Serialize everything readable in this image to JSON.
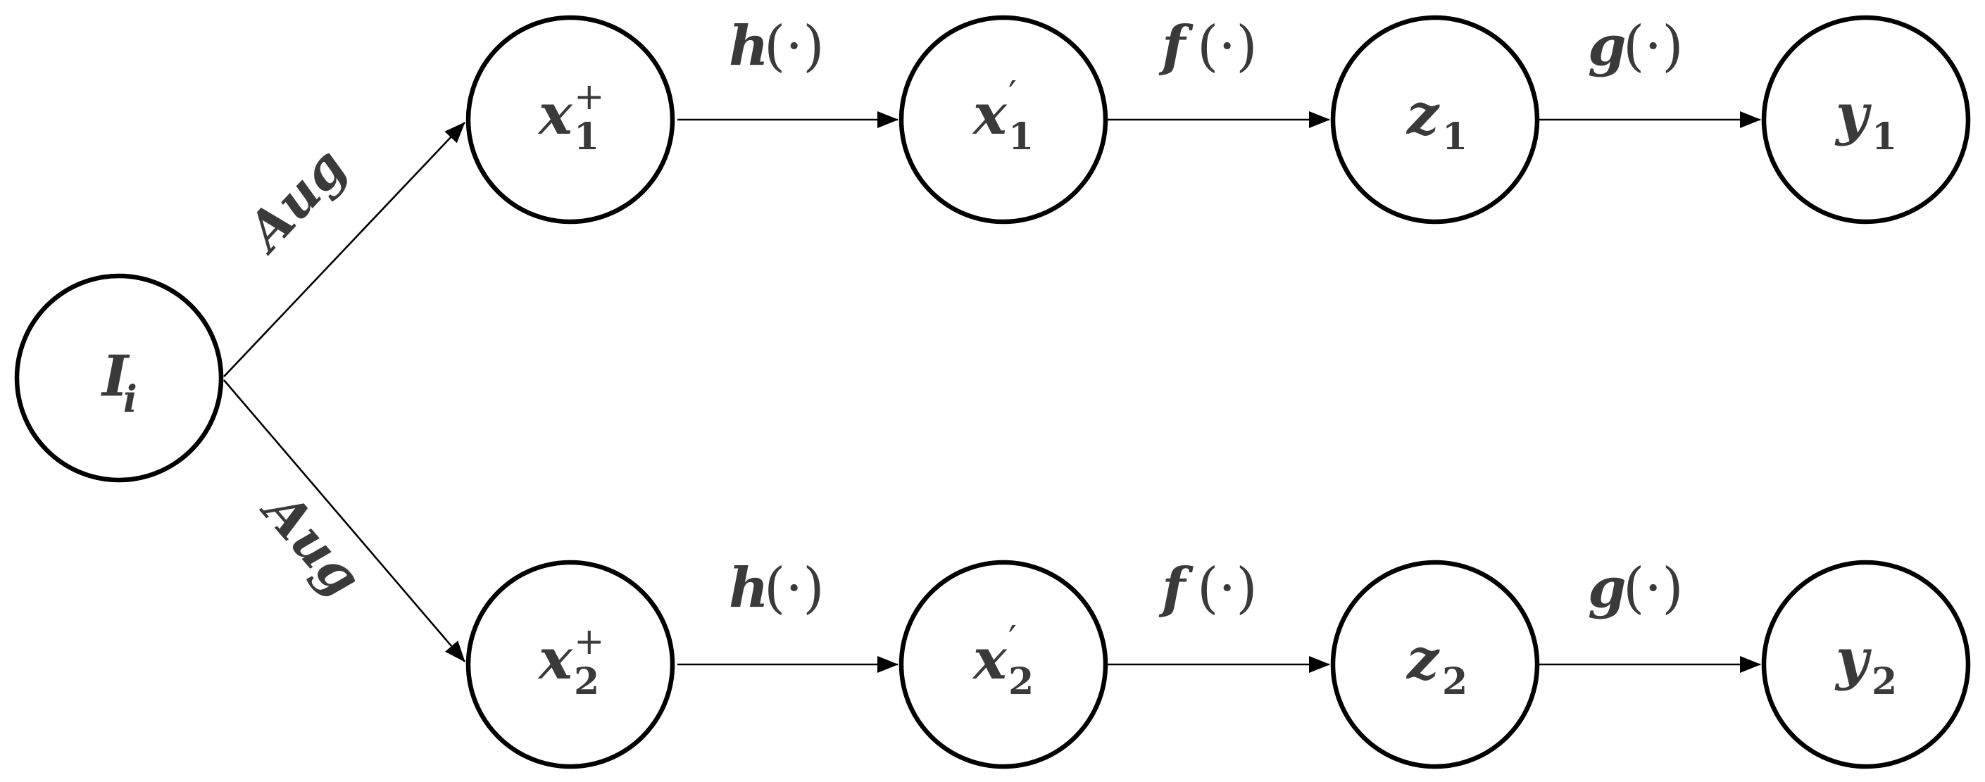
{
  "diagram": {
    "input": {
      "main": "I",
      "sub": "i"
    },
    "branches": [
      {
        "aug_label": "Aug",
        "nodes": [
          {
            "main": "x",
            "sup": "+",
            "sub": "1"
          },
          {
            "main": "x",
            "sup": "′",
            "sub": "1"
          },
          {
            "main": "z",
            "sub": "1"
          },
          {
            "main": "y",
            "sub": "1"
          }
        ],
        "edges": [
          {
            "fn": "h",
            "arg": "(·)"
          },
          {
            "fn": "f",
            "arg": "(·)"
          },
          {
            "fn": "g",
            "arg": "(·)"
          }
        ]
      },
      {
        "aug_label": "Aug",
        "nodes": [
          {
            "main": "x",
            "sup": "+",
            "sub": "2"
          },
          {
            "main": "x",
            "sup": "′",
            "sub": "2"
          },
          {
            "main": "z",
            "sub": "2"
          },
          {
            "main": "y",
            "sub": "2"
          }
        ],
        "edges": [
          {
            "fn": "h",
            "arg": "(·)"
          },
          {
            "fn": "f",
            "arg": "(·)"
          },
          {
            "fn": "g",
            "arg": "(·)"
          }
        ]
      }
    ]
  }
}
